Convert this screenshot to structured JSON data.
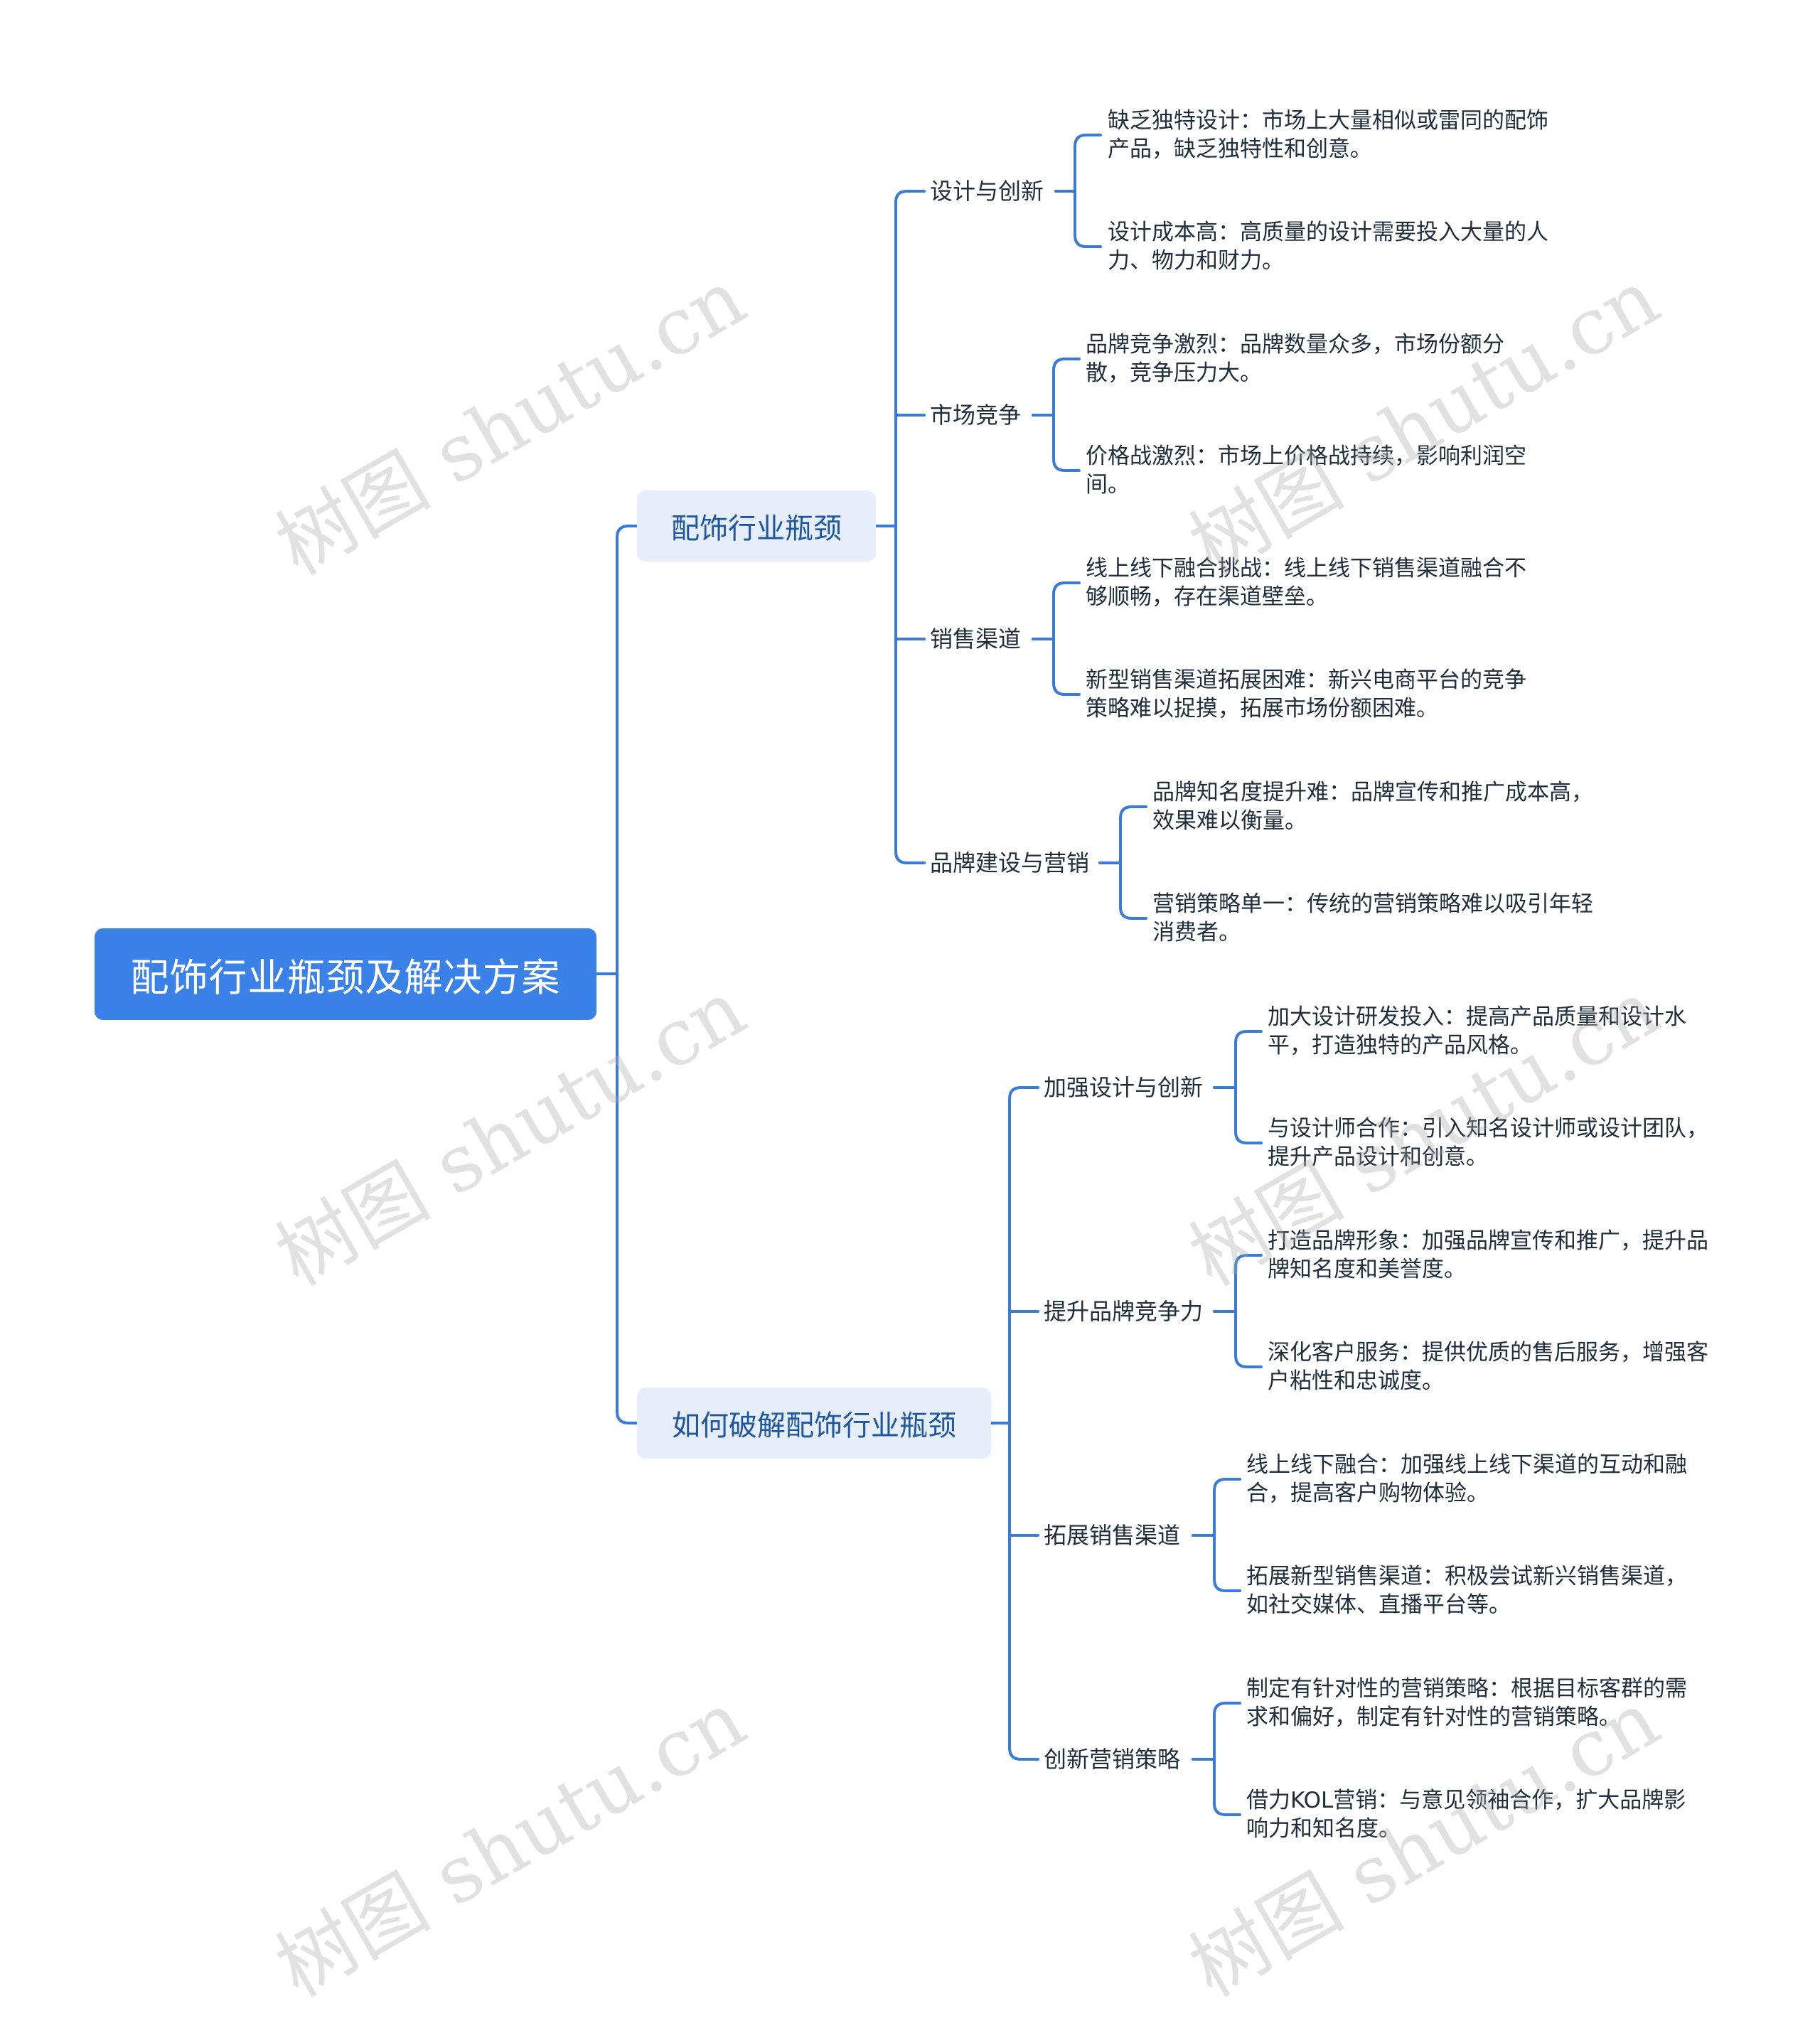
{
  "root": "配饰行业瓶颈及解决方案",
  "branches": [
    {
      "label": "配饰行业瓶颈",
      "children": [
        {
          "label": "设计与创新",
          "leaves": [
            "缺乏独特设计：市场上大量相似或雷同的配饰产品，缺乏独特性和创意。",
            "设计成本高：高质量的设计需要投入大量的人力、物力和财力。"
          ]
        },
        {
          "label": "市场竞争",
          "leaves": [
            "品牌竞争激烈：品牌数量众多，市场份额分散，竞争压力大。",
            "价格战激烈：市场上价格战持续，影响利润空间。"
          ]
        },
        {
          "label": "销售渠道",
          "leaves": [
            "线上线下融合挑战：线上线下销售渠道融合不够顺畅，存在渠道壁垒。",
            "新型销售渠道拓展困难：新兴电商平台的竞争策略难以捉摸，拓展市场份额困难。"
          ]
        },
        {
          "label": "品牌建设与营销",
          "leaves": [
            "品牌知名度提升难：品牌宣传和推广成本高，效果难以衡量。",
            "营销策略单一：传统的营销策略难以吸引年轻消费者。"
          ]
        }
      ]
    },
    {
      "label": "如何破解配饰行业瓶颈",
      "children": [
        {
          "label": "加强设计与创新",
          "leaves": [
            "加大设计研发投入：提高产品质量和设计水平，打造独特的产品风格。",
            "与设计师合作：引入知名设计师或设计团队，提升产品设计和创意。"
          ]
        },
        {
          "label": "提升品牌竞争力",
          "leaves": [
            "打造品牌形象：加强品牌宣传和推广，提升品牌知名度和美誉度。",
            "深化客户服务：提供优质的售后服务，增强客户粘性和忠诚度。"
          ]
        },
        {
          "label": "拓展销售渠道",
          "leaves": [
            "线上线下融合：加强线上线下渠道的互动和融合，提高客户购物体验。",
            "拓展新型销售渠道：积极尝试新兴销售渠道，如社交媒体、直播平台等。"
          ]
        },
        {
          "label": "创新营销策略",
          "leaves": [
            "制定有针对性的营销策略：根据目标客群的需求和偏好，制定有针对性的营销策略。",
            "借力KOL营销：与意见领袖合作，扩大品牌影响力和知名度。"
          ]
        }
      ]
    }
  ],
  "watermark": "树图 shutu.cn",
  "colors": {
    "accent": "#3b82e8",
    "line": "#3a7bd5",
    "main_bg": "#e6eefc",
    "main_text": "#1e56a0"
  }
}
